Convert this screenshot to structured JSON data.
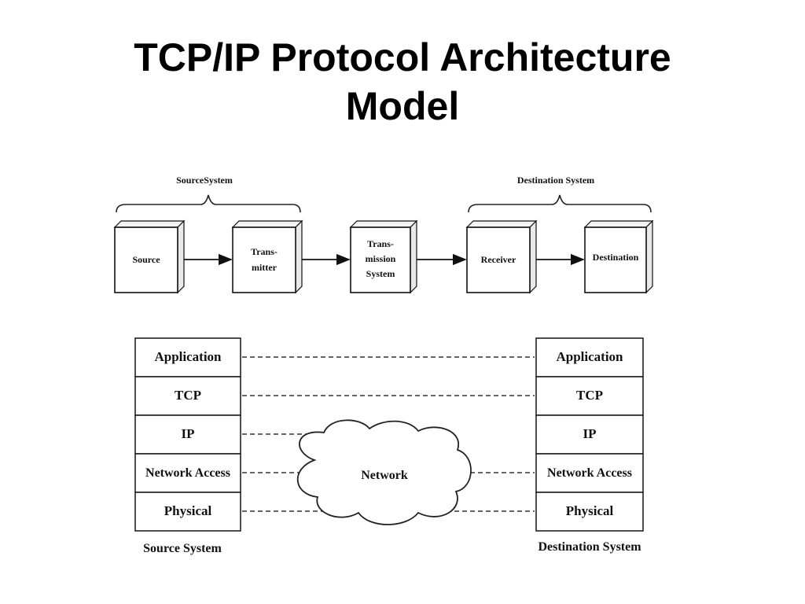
{
  "slide": {
    "title_line1": "TCP/IP Protocol Architecture",
    "title_line2": "Model"
  },
  "top_diagram": {
    "source_group_label": "SourceSystem",
    "destination_group_label": "Destination System",
    "boxes": [
      {
        "lines": [
          "Source"
        ]
      },
      {
        "lines": [
          "Trans-",
          "mitter"
        ]
      },
      {
        "lines": [
          "Trans-",
          "mission",
          "System"
        ]
      },
      {
        "lines": [
          "Receiver"
        ]
      },
      {
        "lines": [
          "Destination"
        ]
      }
    ]
  },
  "stack_diagram": {
    "source_layers": [
      "Application",
      "TCP",
      "IP",
      "Network Access",
      "Physical"
    ],
    "destination_layers": [
      "Application",
      "TCP",
      "IP",
      "Network Access",
      "Physical"
    ],
    "network_label": "Network",
    "source_caption": "Source System",
    "destination_caption": "Destination System"
  }
}
